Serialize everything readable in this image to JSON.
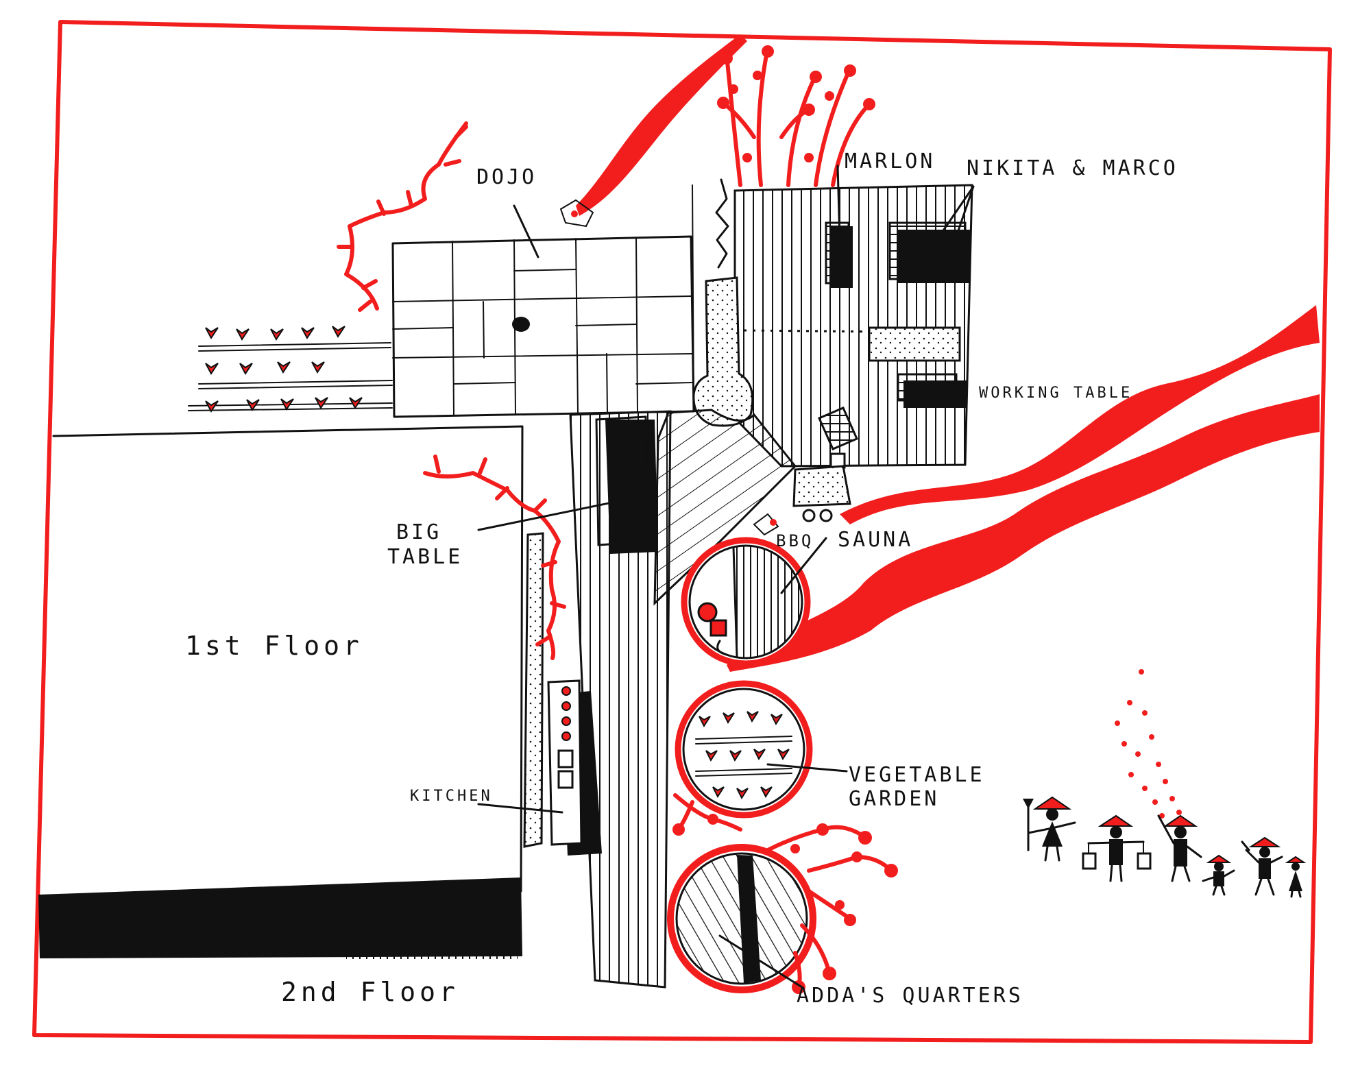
{
  "labels": {
    "dojo": "DOJO",
    "marlon": "MARLON",
    "nikita_marco": "NIKITA & MARCO",
    "working_table": "WORKING TABLE",
    "big_table_1": "BIG",
    "big_table_2": "TABLE",
    "bbq": "BBQ",
    "sauna": "SAUNA",
    "first_floor": "1st Floor",
    "kitchen": "KITCHEN",
    "vegetable_1": "VEGETABLE",
    "vegetable_2": "GARDEN",
    "second_floor": "2nd Floor",
    "quarters": "ADDA'S QUARTERS"
  },
  "colors": {
    "ink": "#111111",
    "accent_red": "#f21d1d",
    "paper": "#ffffff"
  }
}
